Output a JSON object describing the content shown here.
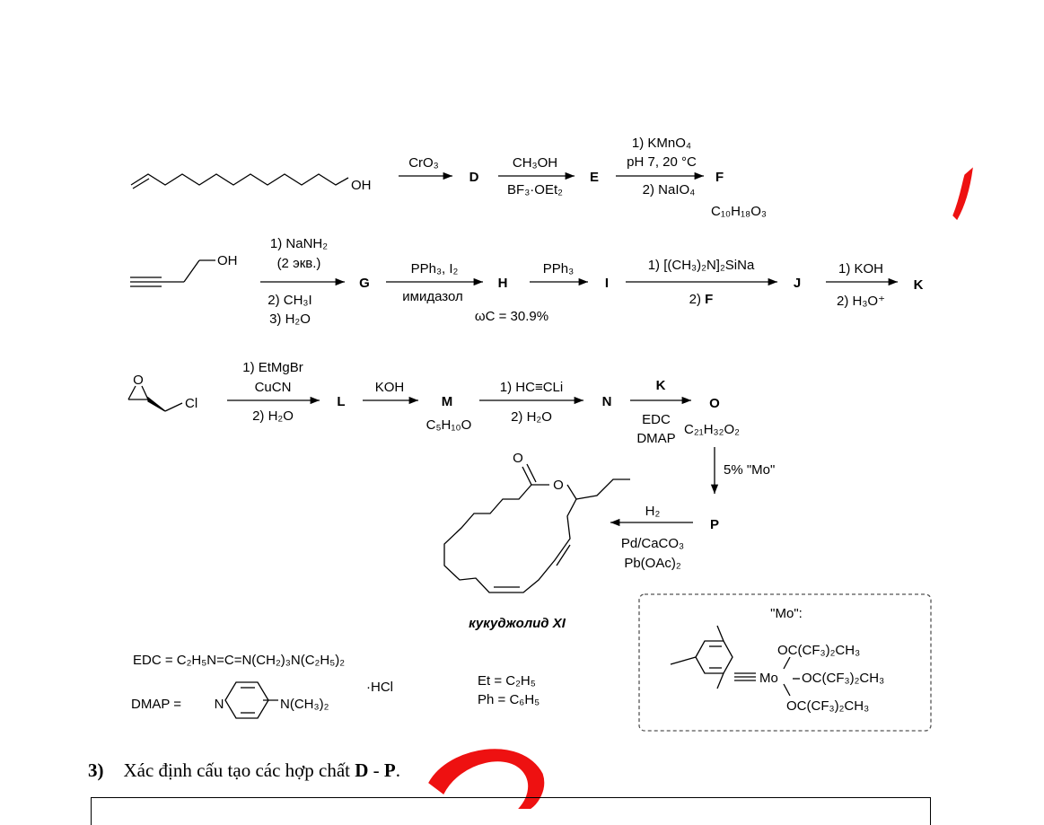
{
  "row1": {
    "reagent_1": "CrO₃",
    "cpd_D": "D",
    "reagent_2_top": "CH₃OH",
    "reagent_2_bottom": "BF₃·OEt₂",
    "cpd_E": "E",
    "reagent_3_line1": "1) KMnO₄",
    "reagent_3_line2": "pH 7, 20 °C",
    "reagent_3_line3": "2) NaIO₄",
    "cpd_F": "F",
    "formula_F": "C₁₀H₁₈O₃",
    "oh_label": "OH"
  },
  "row2": {
    "oh_label": "OH",
    "reagent_1_line1": "1) NaNH₂",
    "reagent_1_line2": "(2 экв.)",
    "reagent_1_line3": "2) CH₃I",
    "reagent_1_line4": "3) H₂O",
    "cpd_G": "G",
    "reagent_2_top": "PPh₃, I₂",
    "reagent_2_bottom": "имидазол",
    "cpd_H": "H",
    "omega_note": "ωC = 30.9%",
    "reagent_3": "PPh₃",
    "cpd_I": "I",
    "reagent_4_top": "1) [(CH₃)₂N]₂SiNa",
    "reagent_4_bottom_prefix": "2) ",
    "reagent_4_bottom_cpd": "F",
    "cpd_J": "J",
    "reagent_5_top": "1) KOH",
    "reagent_5_bottom": "2) H₃O⁺",
    "cpd_K": "K"
  },
  "row3": {
    "epoxide_O": "O",
    "epoxide_Cl": "Cl",
    "reagent_1_line1": "1) EtMgBr",
    "reagent_1_line2": "CuCN",
    "reagent_1_line3": "2) H₂O",
    "cpd_L": "L",
    "reagent_2": "KOH",
    "cpd_M": "M",
    "formula_M": "C₅H₁₀O",
    "reagent_3_top": "1) HC≡CLi",
    "reagent_3_bottom": "2) H₂O",
    "cpd_N": "N",
    "reagent_4_top": "K",
    "reagent_4_mid": "EDC",
    "reagent_4_bottom": "DMAP",
    "cpd_O": "O",
    "formula_O": "C₂₁H₃₂O₂",
    "reagent_5": "5% \"Mo\"",
    "cpd_P": "P",
    "reagent_6_top": "H₂",
    "reagent_6_mid": "Pd/CaCO₃",
    "reagent_6_bottom": "Pb(OAc)₂",
    "product_name": "кукуджолид XI",
    "ester_O_carbonyl": "O",
    "ester_O_ring": "O"
  },
  "legend": {
    "edc_def": "EDC = C₂H₅N=C=N(CH₂)₃N(C₂H₅)₂",
    "hcl": "·HCl",
    "dmap_prefix": "DMAP =",
    "dmap_N": "N",
    "dmap_sub": "N(CH₃)₂",
    "et_def": "Et = C₂H₅",
    "ph_def": "Ph = C₆H₅"
  },
  "mo_box": {
    "title": "\"Mo\":",
    "mo_label": "Mo",
    "ligand_top": "OC(CF₃)₂CH₃",
    "ligand_mid": "OC(CF₃)₂CH₃",
    "ligand_bot": "OC(CF₃)₂CH₃"
  },
  "question": {
    "number": "3)",
    "text_before": "Xác định cấu tạo các hợp chất ",
    "cpd_start": "D",
    "separator": " - ",
    "cpd_end": "P",
    "period": "."
  },
  "colors": {
    "annotation_red": "#ee1111"
  }
}
